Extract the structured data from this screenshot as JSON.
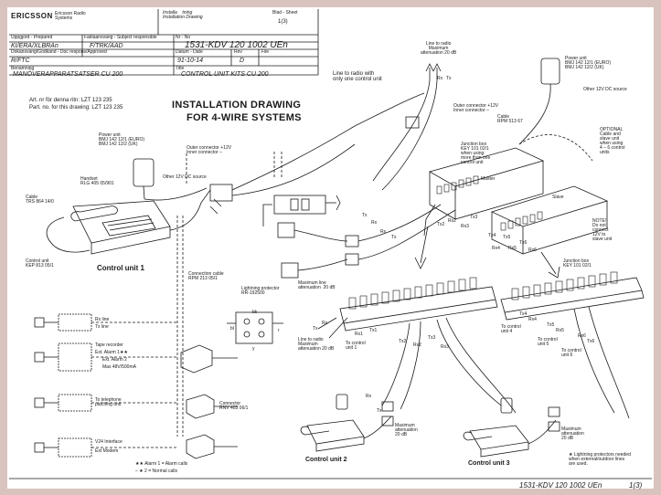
{
  "title_block": {
    "company": "ERICSSON",
    "company_sub": "Ericsson Radio Systems",
    "doc_type": "Installa    tning\nInstallation Drawing",
    "sheet": "1(3)",
    "sheet_label": "Blad - Sheet",
    "prepared_label": "Uppgjord - Prepared",
    "prepared": "KI/ERA/XLBRAn",
    "approved_label": "Faktaansvarig - Subject responsible",
    "approved": "F/TRK/AAD",
    "no_label": "Nr - No",
    "doc_no": "1531-KDV 120 1002 UEn",
    "checked_label": "Dokansvarig/Godkänd - Doc respons/Approved",
    "checked": "R/FTC",
    "date_label": "Datum - Date",
    "date": "91-10-14",
    "rev_label": "Rev",
    "rev": "D",
    "file_label": "File",
    "ben_label": "Benämning",
    "title_sv": "MANÖVERAPPARATSATSER CU 200",
    "title_label": "Title",
    "title_en": "CONTROL UNIT KITS CU 200"
  },
  "drawing": {
    "heading_1": "INSTALLATION DRAWING",
    "heading_2": "FOR 4-WIRE SYSTEMS",
    "art_no": "Art. nr för denna ritn: LZT 123 235",
    "part_no": "Part. no. for this drawing: LZT 123 235",
    "power_unit_left": "Power unit\nBMJ 142 12/1 (EURO)\nBMJ 142 12/2 (UK)",
    "outer_connector_left": "Outer connector +12V\nInner connector –",
    "other_dc_left": "Other 12V DC source",
    "handset": "Handset\nRLG 405 05/901",
    "cable": "Cable\nTRS 864 14/0",
    "control_unit_label": "Control unit\nKEP 813 05/1",
    "control_unit_1": "Control unit 1",
    "line_to_radio_top": "Line to radio\nMaximum\nattenuation 20 dB",
    "line_radio_one": "Line to radio with\nonly one control unit",
    "outer_connector_right": "Outer connector +12V\nInner connector –",
    "cable_rpm": "Cable\nRPM 513 67",
    "power_unit_right": "Power unit\nBMJ 142 12/1 (EURO)\nBMJ 142 12/2 (UK)",
    "other_dc_right": "Other 12V DC source",
    "optional": "OPTIONAL\nCable and\nslave unit\nwhen using\n4 – 6 control\nunits",
    "junction_master": "Junction box\nKEY 101 02/1\nwhen using\nmore than one\ncontrol unit",
    "master": "Master",
    "slave": "Slave",
    "note": "NOTE!\nDo not\nconnect\n12V to\nslave unit",
    "junction_slave": "Junction box\nKEY 101 02/1",
    "connection_cable": "Connection cable\nRPM 213 05/1",
    "lightning": "Lightning protector\nRR-192500",
    "max_line": "Maximum line\nattenuation  20 dB",
    "line_to_radio_bottom": "Line to radio\nMaximum\nattenuation 20 dB",
    "to_cu1": "To control\nunit 1",
    "to_cu4": "To control\nunit 4",
    "to_cu5": "To control\nunit 5",
    "to_cu6": "To control\nunit 6",
    "rx_line": "Rx line",
    "tx_line": "Tx line",
    "tape_recorder": "Tape recorder",
    "ext_alarm1": "Ext. Alarm 1★★",
    "ext_alarm2": "Ext. Alarm 2",
    "max_volt": "Max 48V/500mA",
    "telephone": "To telephone\npatching unit",
    "v24": "V24 Interface",
    "ext_modem": "Ext Modem",
    "connector": "Connector\nRNV 403 06/1",
    "legend_1": "★★ Alarm 1 = Alarm calls",
    "legend_2": "– ★ 2 = Normal calls",
    "max_att_cu2": "Maximum\nattenuation\n20 dB",
    "max_att_cu3": "Maximum\nattenuation\n20 dB",
    "control_unit_2": "Control unit 2",
    "control_unit_3": "Control unit 3",
    "lightning_note": "★ Lightning protectors needed\nwhen external/outdoor lines\nare used.",
    "footer_doc": "1531-KDV 120 1002 UEn",
    "footer_sheet": "1(3)",
    "wire_labels": [
      "Tx2",
      "Rx2",
      "Rx3",
      "Tx3",
      "Tx4",
      "Rx4",
      "Tx5",
      "Rx5",
      "Tx6",
      "Rx6",
      "Rx",
      "Tx",
      "Rx1",
      "Tx1",
      "Tx2",
      "Rx2",
      "Tx3",
      "Rx3",
      "Tx4",
      "Rx4",
      "Tx5",
      "Rx5",
      "Rx6",
      "Tx6",
      "Rx",
      "Tx",
      "Rx",
      "Tx",
      "Rx",
      "Tx",
      "Rx",
      "Tx",
      "bk",
      "bl",
      "r",
      "y"
    ]
  }
}
